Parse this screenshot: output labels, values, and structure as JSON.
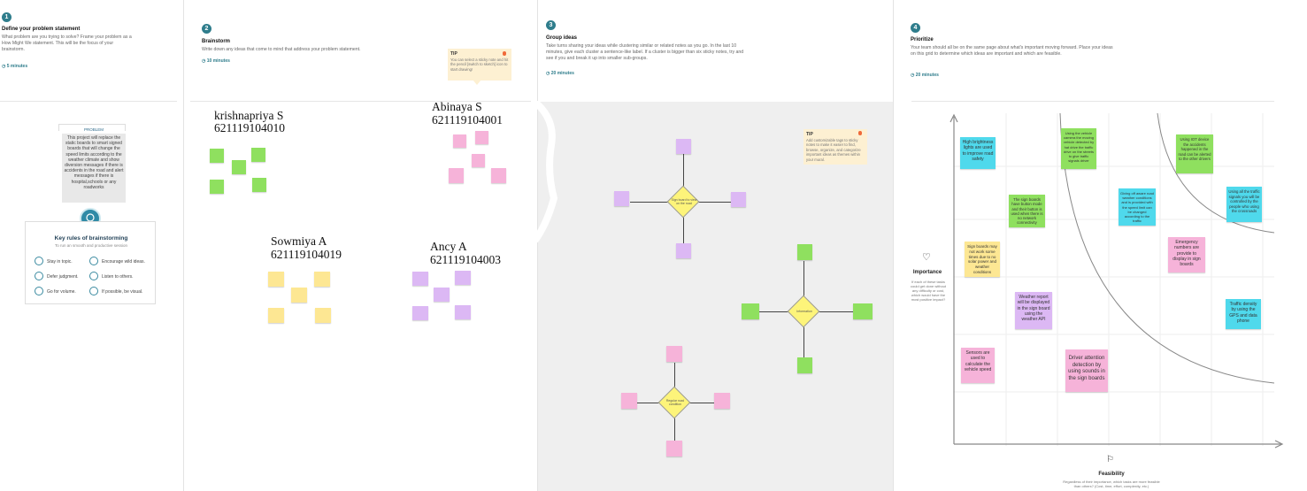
{
  "steps": [
    {
      "num": "1",
      "title": "Define your problem statement",
      "desc": "What problem are you trying to solve? Frame your problem as a How Might We statement. This will be the focus of your brainstorm.",
      "time": "5 minutes"
    },
    {
      "num": "2",
      "title": "Brainstorm",
      "desc": "Write down any ideas that come to mind that address your problem statement.",
      "time": "10 minutes"
    },
    {
      "num": "3",
      "title": "Group ideas",
      "desc": "Take turns sharing your ideas while clustering similar or related notes as you go. In the last 10 minutes, give each cluster a sentence-like label. If a cluster is bigger than six sticky notes, try and see if you and break it up into smaller sub-groups.",
      "time": "20 minutes"
    },
    {
      "num": "4",
      "title": "Prioritize",
      "desc": "Your team should all be on the same page about what's important moving forward. Place your ideas on this grid to determine which ideas are important and which are feasible.",
      "time": "20 minutes"
    }
  ],
  "problem": {
    "header": "PROBLEM",
    "text": "This project will replace the static boards to smart signed boards that will change the speed limits according to the weather climate and show diversion messages if there is accidents in the road and alert messages if there is hospital,schools or any roadworks"
  },
  "rules": {
    "title": "Key rules of brainstorming",
    "subtitle": "To run an smooth and productive session",
    "items": [
      "Stay in topic.",
      "Encourage wild ideas.",
      "Defer judgment.",
      "Listen to others.",
      "Go for volume.",
      "If possible, be visual."
    ]
  },
  "tip1": {
    "title": "TIP",
    "text": "You can select a sticky note and hit the pencil [switch to sketch] icon to start drawing!"
  },
  "tip2": {
    "title": "TIP",
    "text": "Add customizable tags to sticky notes to make it easier to find, browse, organize, and categorize important ideas as themes within your mural."
  },
  "members": [
    {
      "name": "krishnapriya S",
      "id": "621119104010"
    },
    {
      "name": "Abinaya S",
      "id": "621119104001"
    },
    {
      "name": "Sowmiya A",
      "id": "621119104019"
    },
    {
      "name": "Ancy A",
      "id": "621119104003"
    }
  ],
  "group_labels": [
    "Sign board to view on the road",
    "Information",
    "Regular road condition"
  ],
  "prioritize": {
    "y_label": "Importance",
    "y_desc": "If each of these tasks could get done without any difficulty or cost, which would have the most positive impact?",
    "x_label": "Feasibility",
    "x_desc": "Regardless of their importance, which tasks are more feasible than others? (Cost, time, effort, complexity, etc.)",
    "notes": [
      {
        "text": "High brightness lights are used to improve road safety",
        "color": "c"
      },
      {
        "text": "Using the vehicle camera the moving vehicle detected by hat drive the traffic drive on the streets to give traffic signals driver",
        "color": "g"
      },
      {
        "text": "Using IOT device the accidents happened in the road can be alerted to the other drivers",
        "color": "g"
      },
      {
        "text": "The sign boards have button mode and their button is used when there is no network connectivity",
        "color": "g"
      },
      {
        "text": "Giving off aware road weather conditions and is provided with the speed limit can be changed according to the traffic",
        "color": "c"
      },
      {
        "text": "Using all the traffic signals you will be controlled by the people who using the crossroads",
        "color": "c"
      },
      {
        "text": "Sign boards may not work some times due to no solar power and weather conditions",
        "color": "y"
      },
      {
        "text": "Emergency numbers are provide to display in sign boards",
        "color": "p"
      },
      {
        "text": "Weather report will be displayed in the sign board using the weather API",
        "color": "v"
      },
      {
        "text": "Traffic density by using the GPS and data phone",
        "color": "c"
      },
      {
        "text": "Sensors are used to calculate the vehicle speed",
        "color": "p"
      },
      {
        "text": "Driver attention detection by using sounds in the sign boards",
        "color": "p"
      }
    ]
  }
}
